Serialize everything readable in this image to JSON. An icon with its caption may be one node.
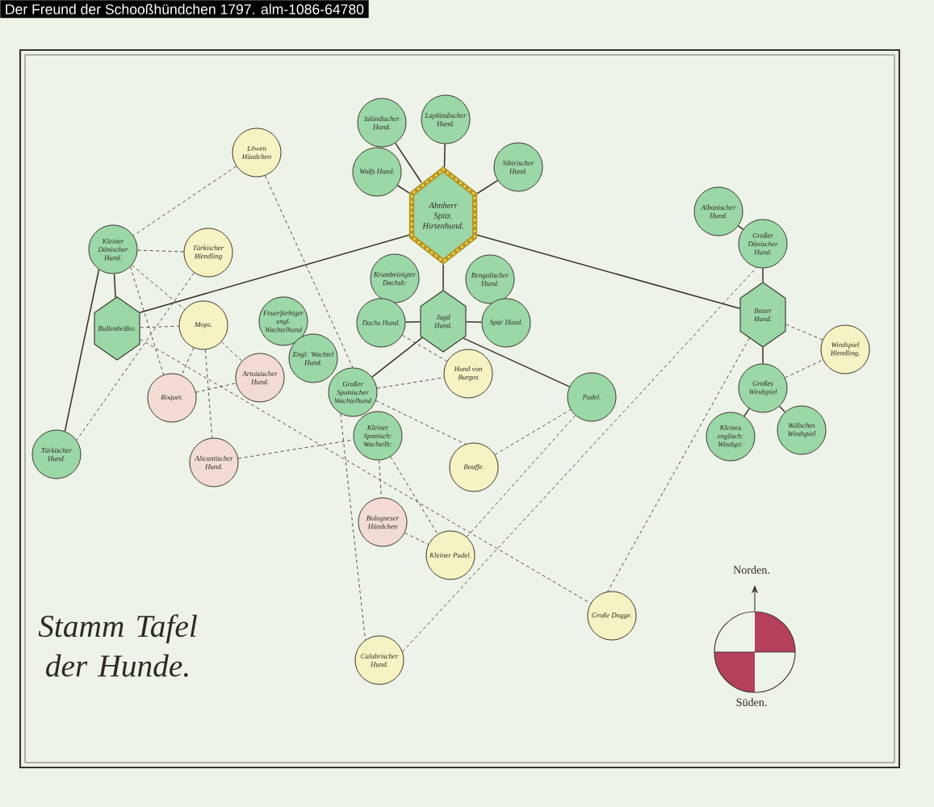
{
  "diagram": {
    "title": "Stamm Tafel der Hunde.",
    "caption": "Der Freund der Schooßhündchen 1797. alm-1086-64780",
    "nodes": [
      {
        "text": [
          "Isländischer Hund."
        ]
      },
      {
        "text": [
          "Lapländischer Hund."
        ]
      },
      {
        "text": [
          "Löwen Hündchen"
        ]
      },
      {
        "text": [
          "Wolfs Hund."
        ]
      },
      {
        "text": [
          "Sibirischer Hund."
        ]
      },
      {
        "text": [
          "Ahnherr Spitz. Hirtenhund."
        ]
      },
      {
        "text": [
          "Albanischer Hund."
        ]
      },
      {
        "text": [
          "Großer Dänischer Hund."
        ]
      },
      {
        "text": [
          "Kleiner Dänischer Hund."
        ]
      },
      {
        "text": [
          "Türkischer Blendling"
        ]
      },
      {
        "text": [
          "Krumbeinigter Dachsh:"
        ]
      },
      {
        "text": [
          "Bengalischer Hund."
        ]
      },
      {
        "text": [
          "Bauer Hund."
        ]
      },
      {
        "text": [
          "Bullenbeißer."
        ]
      },
      {
        "text": [
          "Mops."
        ]
      },
      {
        "text": [
          "Feuerfarbiger engl. Wachtelhund"
        ]
      },
      {
        "text": [
          "Dachs Hund."
        ]
      },
      {
        "text": [
          "Jagd Hund."
        ]
      },
      {
        "text": [
          "Spür Hund."
        ]
      },
      {
        "text": [
          "Windspiel Blendling."
        ]
      },
      {
        "text": [
          "Engl: Wachtel Hund."
        ]
      },
      {
        "text": [
          "Hund von Burgos"
        ]
      },
      {
        "text": [
          "Artoisischer Hund."
        ]
      },
      {
        "text": [
          "Großes Windspiel"
        ]
      },
      {
        "text": [
          "Roquet."
        ]
      },
      {
        "text": [
          "Großer Spanischer Wachtelhund"
        ]
      },
      {
        "text": [
          "Pudel."
        ]
      },
      {
        "text": [
          "Wälsches Windspiel"
        ]
      },
      {
        "text": [
          "Kleiner Spanisch: Wachtelh:"
        ]
      },
      {
        "text": [
          "Kleines englisch: Windspi:"
        ]
      },
      {
        "text": [
          "Türkischer Hund."
        ]
      },
      {
        "text": [
          "Alicantischer Hund."
        ]
      },
      {
        "text": [
          "Bouffe."
        ]
      },
      {
        "text": [
          "Bologneser Hündchen"
        ]
      },
      {
        "text": [
          "Kleiner Pudel."
        ]
      },
      {
        "text": [
          "Große Dogge."
        ]
      },
      {
        "text": [
          "Calabrischer Hund."
        ]
      }
    ],
    "edges": [
      {
        "from": 5,
        "to": 0,
        "arrow": "none"
      },
      {
        "from": 5,
        "to": 1,
        "arrow": "none"
      },
      {
        "from": 5,
        "to": 3,
        "arrow": "none"
      },
      {
        "from": 5,
        "to": 4,
        "arrow": "none"
      },
      {
        "from": 5,
        "to": 13,
        "arrow": "none"
      },
      {
        "from": 5,
        "to": 17,
        "arrow": "none"
      },
      {
        "from": 5,
        "to": 12,
        "arrow": "none"
      },
      {
        "from": 17,
        "to": 16,
        "arrow": "none"
      },
      {
        "from": 17,
        "to": 18,
        "arrow": "none"
      },
      {
        "from": 17,
        "to": 25,
        "arrow": "none"
      },
      {
        "from": 17,
        "to": 26,
        "arrow": "none"
      },
      {
        "from": 8,
        "to": 13,
        "arrow": "none"
      },
      {
        "from": 8,
        "to": 30,
        "arrow": "none"
      },
      {
        "from": 6,
        "to": 7,
        "arrow": "none"
      },
      {
        "from": 7,
        "to": 12,
        "arrow": "none"
      },
      {
        "from": 12,
        "to": 23,
        "arrow": "none"
      },
      {
        "from": 23,
        "to": 29,
        "arrow": "none"
      },
      {
        "from": 23,
        "to": 27,
        "arrow": "none"
      },
      {
        "from": 2,
        "to": 8,
        "arrow": "none",
        "style": "dashed"
      },
      {
        "from": 2,
        "to": 25,
        "arrow": "none",
        "style": "dashed"
      },
      {
        "from": 8,
        "to": 9,
        "arrow": "none",
        "style": "dashed"
      },
      {
        "from": 8,
        "to": 14,
        "arrow": "none",
        "style": "dashed"
      },
      {
        "from": 8,
        "to": 24,
        "arrow": "none",
        "style": "dashed"
      },
      {
        "from": 9,
        "to": 30,
        "arrow": "none",
        "style": "dashed"
      },
      {
        "from": 13,
        "to": 14,
        "arrow": "none",
        "style": "dashed"
      },
      {
        "from": 13,
        "to": 35,
        "arrow": "none",
        "style": "dashed"
      },
      {
        "from": 14,
        "to": 24,
        "arrow": "none",
        "style": "dashed"
      },
      {
        "from": 14,
        "to": 31,
        "arrow": "none",
        "style": "dashed"
      },
      {
        "from": 14,
        "to": 22,
        "arrow": "none",
        "style": "dashed"
      },
      {
        "from": 24,
        "to": 22,
        "arrow": "none",
        "style": "dashed"
      },
      {
        "from": 31,
        "to": 28,
        "arrow": "none",
        "style": "dashed"
      },
      {
        "from": 25,
        "to": 36,
        "arrow": "none",
        "style": "dashed"
      },
      {
        "from": 25,
        "to": 21,
        "arrow": "none",
        "style": "dashed"
      },
      {
        "from": 25,
        "to": 32,
        "arrow": "none",
        "style": "dashed"
      },
      {
        "from": 16,
        "to": 21,
        "arrow": "none",
        "style": "dashed"
      },
      {
        "from": 32,
        "to": 26,
        "arrow": "none",
        "style": "dashed"
      },
      {
        "from": 28,
        "to": 33,
        "arrow": "none",
        "style": "dashed"
      },
      {
        "from": 28,
        "to": 34,
        "arrow": "none",
        "style": "dashed"
      },
      {
        "from": 33,
        "to": 34,
        "arrow": "none",
        "style": "dashed"
      },
      {
        "from": 34,
        "to": 26,
        "arrow": "none",
        "style": "dashed"
      },
      {
        "from": 36,
        "to": 7,
        "arrow": "none",
        "style": "dashed"
      },
      {
        "from": 12,
        "to": 35,
        "arrow": "none",
        "style": "dashed"
      },
      {
        "from": 12,
        "to": 19,
        "arrow": "none",
        "style": "dashed"
      },
      {
        "from": 23,
        "to": 19,
        "arrow": "none",
        "style": "dashed"
      }
    ],
    "labels": [
      "Norden.",
      "Süden."
    ]
  }
}
